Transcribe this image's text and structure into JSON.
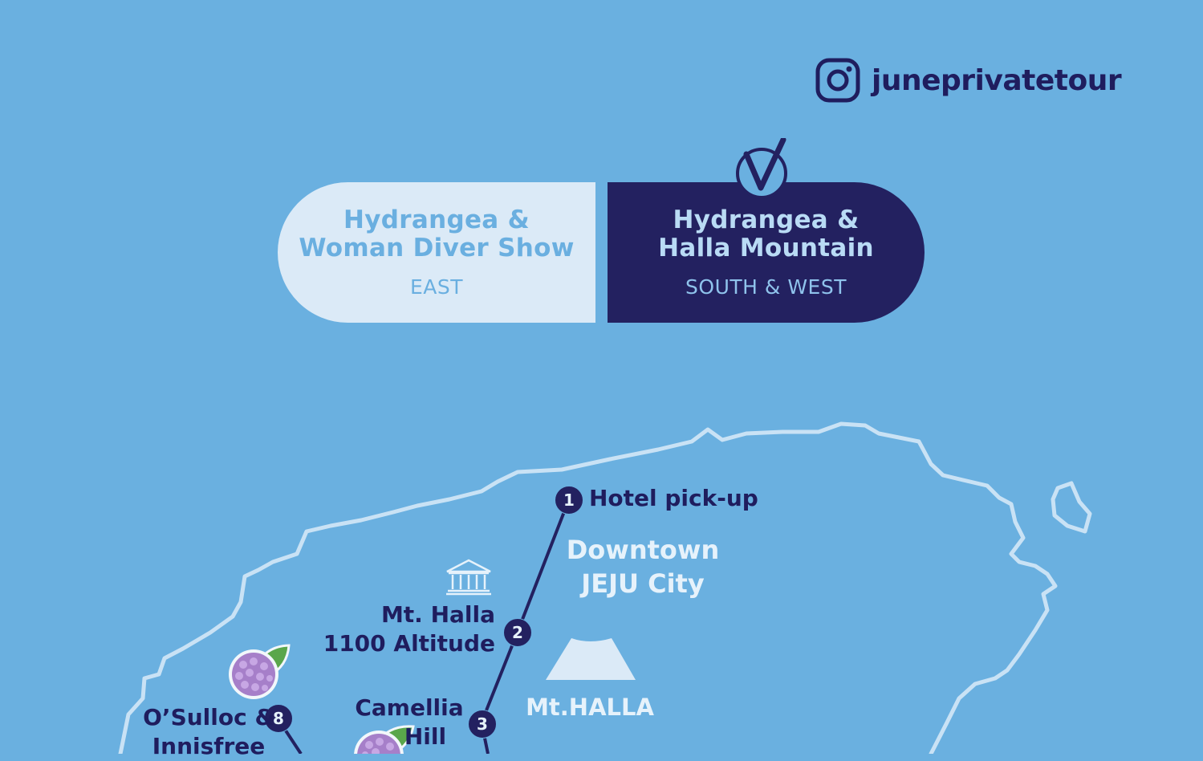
{
  "instagram": {
    "handle": "juneprivatetour",
    "icon": "instagram-icon"
  },
  "tabs": [
    {
      "line1": "Hydrangea &",
      "line2": "Woman Diver Show",
      "region": "EAST",
      "selected": false
    },
    {
      "line1": "Hydrangea &",
      "line2": "Halla Mountain",
      "region": "SOUTH & WEST",
      "selected": true
    }
  ],
  "selected_icon": "check-mark-icon",
  "map": {
    "places": {
      "downtown_line1": "Downtown",
      "downtown_line2": "JEJU City",
      "mountain": "Mt.HALLA"
    },
    "stops": [
      {
        "number": "1",
        "line1": "Hotel pick-up",
        "line2": ""
      },
      {
        "number": "2",
        "line1": "Mt. Halla",
        "line2": "1100 Altitude"
      },
      {
        "number": "3",
        "line1": "Camellia",
        "line2": "Hill"
      },
      {
        "number": "8",
        "line1": "O’Sulloc &",
        "line2": "Innisfree"
      }
    ],
    "icons": [
      "unesco-icon",
      "hydrangea-flower-icon",
      "mountain-icon"
    ]
  },
  "colors": {
    "background": "#6ab0e0",
    "navy": "#232160",
    "light": "#dbeaf7",
    "coast": "#c9e2f5",
    "hydrangea": "#a67fc9"
  }
}
